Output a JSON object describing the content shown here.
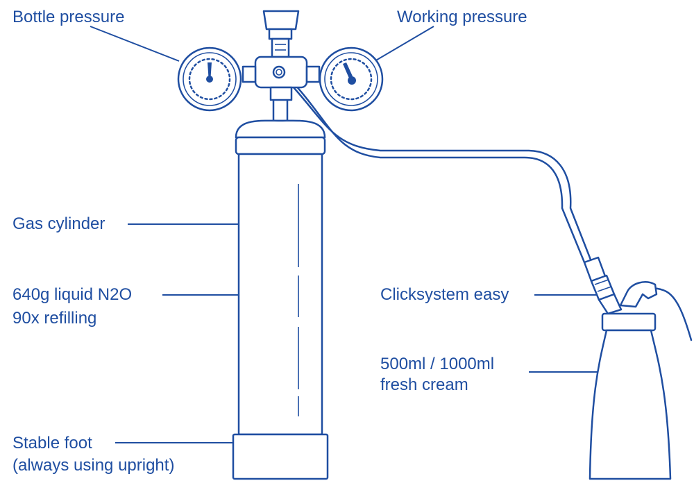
{
  "colors": {
    "line": "#1f4ea1",
    "background": "#ffffff"
  },
  "labels": {
    "bottle_pressure": "Bottle pressure",
    "working_pressure": "Working pressure",
    "gas_cylinder": "Gas cylinder",
    "liquid_line1": "640g liquid N2O",
    "liquid_line2": "90x refilling",
    "clicksystem": "Clicksystem easy",
    "cream_line1": "500ml / 1000ml",
    "cream_line2": "fresh cream",
    "foot_line1": "Stable foot",
    "foot_line2": "(always using upright)"
  }
}
